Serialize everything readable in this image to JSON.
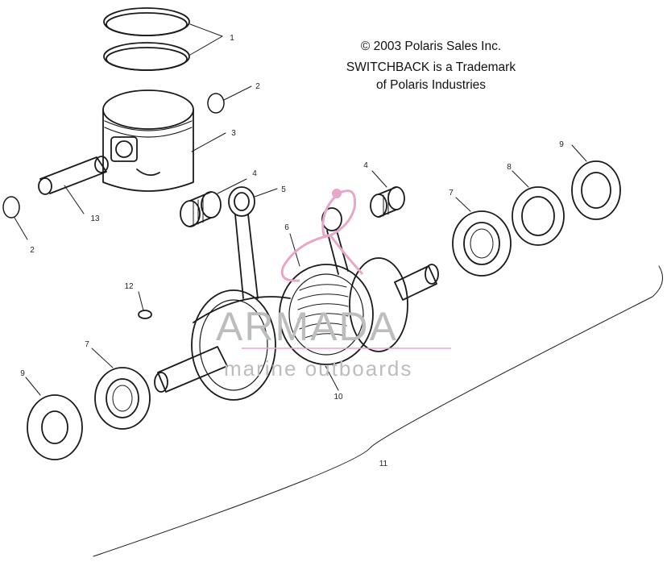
{
  "copyright": {
    "line1": "© 2003 Polaris Sales Inc.",
    "line2": "SWITCHBACK is a Trademark",
    "line3": "of Polaris Industries"
  },
  "callouts": {
    "rings": "1",
    "circlip_top": "2",
    "piston": "3",
    "bearing_left": "4",
    "rod": "5",
    "bearing_right": "4",
    "flywheel_key": "6",
    "seal_bearing_right": "7",
    "seal_right": "8",
    "plate_right": "9",
    "crankshaft": "10",
    "assembly": "11",
    "woodruff": "12",
    "pin": "13",
    "circlip_left": "2",
    "bearing_left_lower": "7",
    "plate_left": "9"
  },
  "watermark": {
    "brand": "ARMADA",
    "tagline": "marine outboards",
    "logo_color": "#e8a6c8",
    "text_color": "#bdbdbd"
  }
}
